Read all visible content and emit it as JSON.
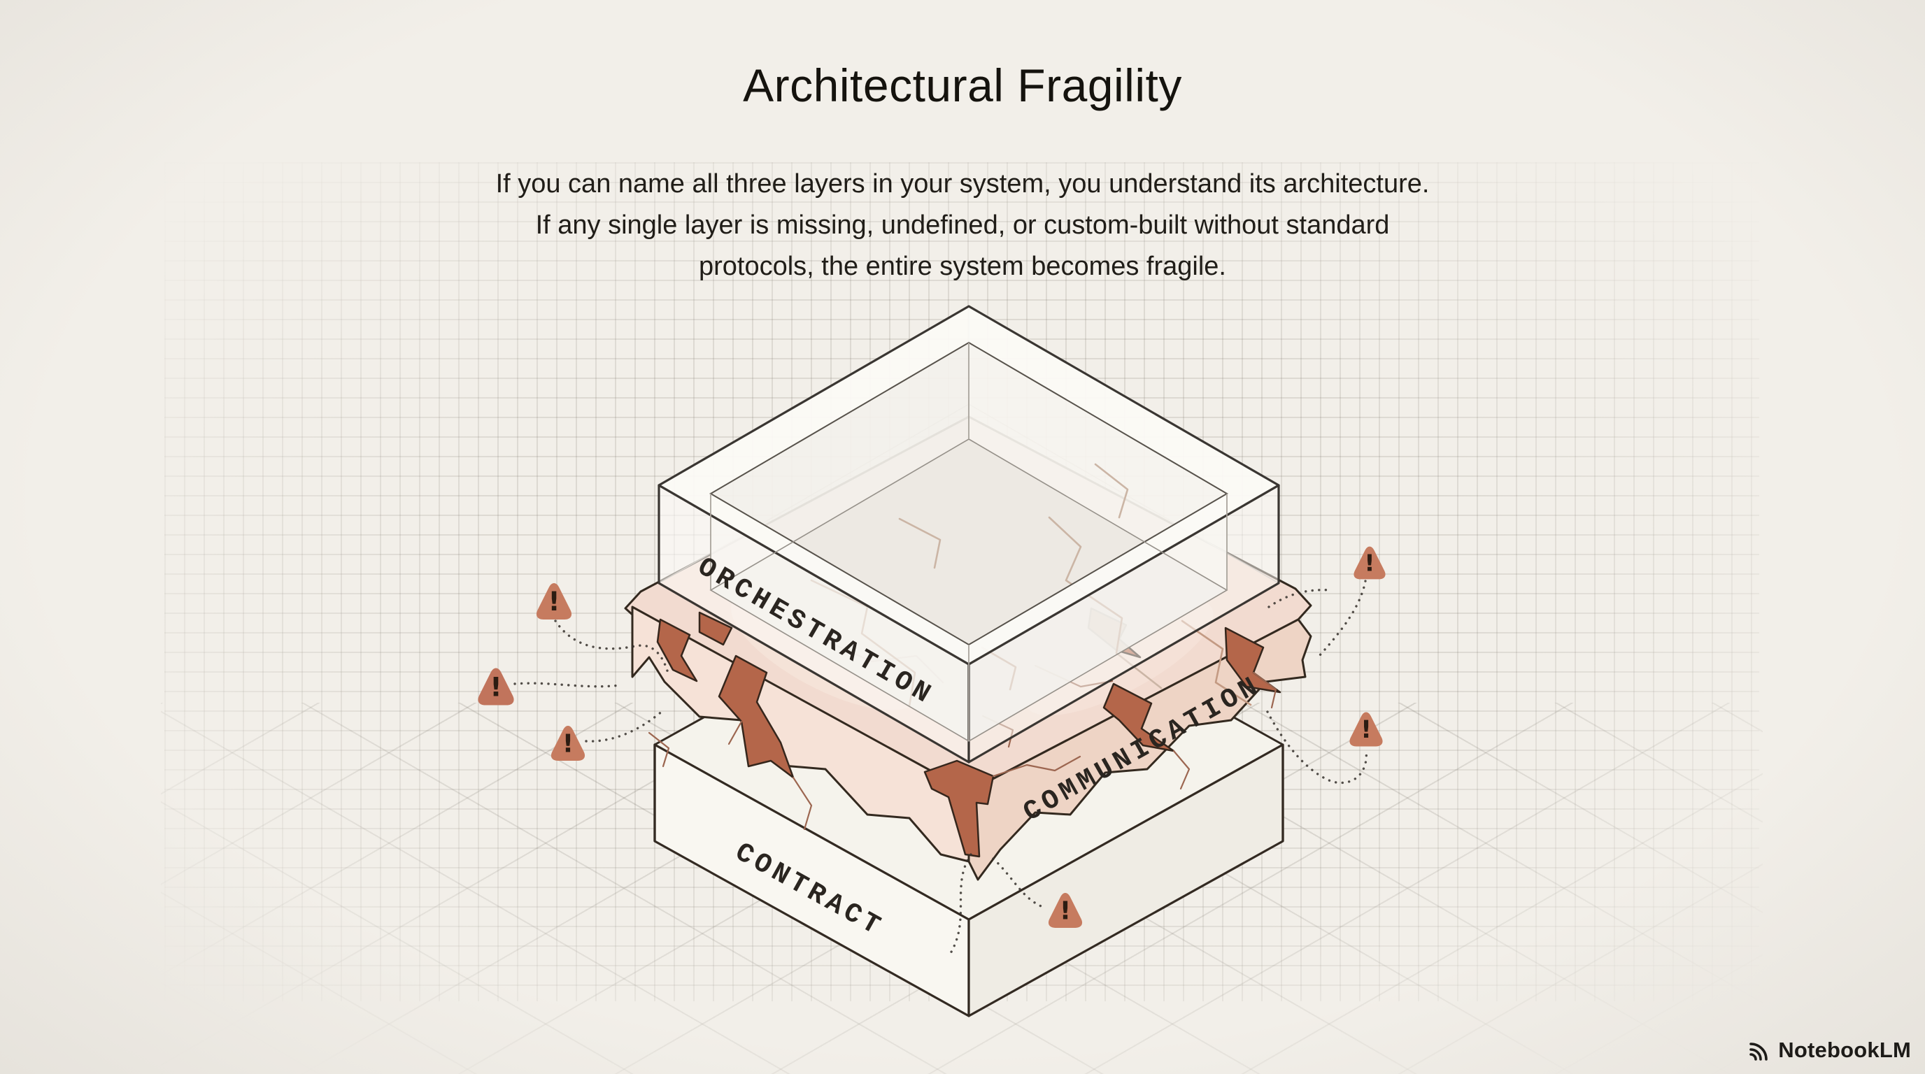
{
  "page": {
    "title_text": "Architectural Fragility"
  },
  "subtitle": {
    "line1": "If you can name all three layers in your system, you understand its architecture.",
    "line2": "If any single layer is missing, undefined, or custom-built without standard",
    "line3": "protocols, the entire system becomes fragile."
  },
  "diagram": {
    "layers": [
      {
        "id": "orchestration",
        "label": "ORCHESTRATION",
        "style": "transparent-glass-box"
      },
      {
        "id": "communication",
        "label": "COMMUNICATION",
        "style": "cracked-pink-slab"
      },
      {
        "id": "contract",
        "label": "CONTRACT",
        "style": "solid-white-box"
      }
    ],
    "warning": {
      "glyph": "!",
      "count": 6
    }
  },
  "branding": {
    "logo_text": "NotebookLM"
  },
  "icons": {
    "warning": "warning-triangle-icon",
    "brand": "notebooklm-arc-logo-icon"
  },
  "colors": {
    "background": "#f2efe9",
    "ink_outline": "#332a22",
    "accent_terracotta": "#c67b5f",
    "crack_fill": "#b4664a",
    "slab_pink_top": "#f2dbd0",
    "grid_line": "#cfccc4"
  }
}
